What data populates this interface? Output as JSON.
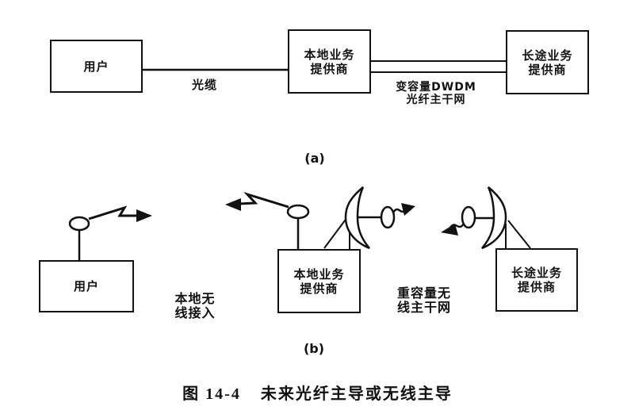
{
  "page": {
    "background": "#ffffff",
    "ink": "#111111"
  },
  "panel_a": {
    "label": "(a)",
    "user_box": {
      "label": "用户"
    },
    "local_box": {
      "line1": "本地业务",
      "line2": "提供商"
    },
    "long_box": {
      "line1": "长途业务",
      "line2": "提供商"
    },
    "access_link": {
      "label": "光缆"
    },
    "backbone_link": {
      "line1": "变容量DWDM",
      "line2": "光纤主干网"
    }
  },
  "panel_b": {
    "label": "(b)",
    "user_box": {
      "label": "用户"
    },
    "local_box": {
      "line1": "本地业务",
      "line2": "提供商"
    },
    "long_box": {
      "line1": "长途业务",
      "line2": "提供商"
    },
    "access_link": {
      "line1": "本地无",
      "line2": "线接入"
    },
    "backbone_link": {
      "line1": "重容量无",
      "line2": "线主干网"
    }
  },
  "caption": {
    "figure_number": "图 14-4",
    "title": "未来光纤主导或无线主导"
  },
  "icons": {
    "antenna": "whip-antenna-icon",
    "dish": "satellite-dish-icon",
    "wireless_arrow": "radio-signal-arrow-icon",
    "fiber_line": "fiber-cable-line",
    "dwdm_pipe": "dwdm-trunk-pipe"
  }
}
